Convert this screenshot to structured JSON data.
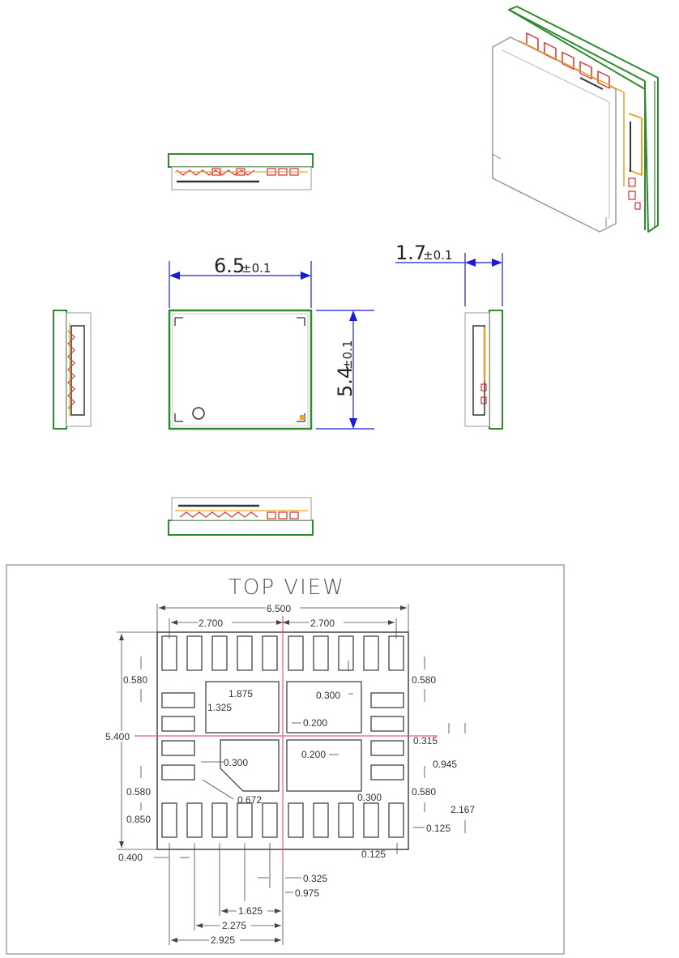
{
  "package_views": {
    "width_dim": {
      "value": "6.5",
      "tol": "±0.1"
    },
    "height_dim": {
      "value": "5.4",
      "tol": "±0.1"
    },
    "thickness_dim": {
      "value": "1.7",
      "tol": "±0.1"
    }
  },
  "footprint": {
    "title": "TOP VIEW",
    "labels": {
      "total_width": "6.500",
      "half_left": "2.700",
      "half_right": "2.700",
      "total_height": "5.400",
      "top_left_580": "0.580",
      "top_right_580": "0.580",
      "pad_1875": "1.875",
      "pad_1325": "1.325",
      "gap_300_top": "0.300",
      "gap_200_h": "0.200",
      "gap_200_v": "0.200",
      "r315": "0.315",
      "r945": "0.945",
      "left_300": "0.300",
      "chamfer_672": "0.672",
      "left_580": "0.580",
      "right_580": "0.580",
      "bottom_300": "0.300",
      "left_850": "0.850",
      "r2167": "2.167",
      "r125a": "0.125",
      "r125b": "0.125",
      "b400": "0.400",
      "b325": "0.325",
      "b975": "0.975",
      "b1625": "1.625",
      "b2275": "2.275",
      "b2925": "2.925"
    }
  },
  "colors": {
    "green": "#2e8b2e",
    "blue": "#1a1adb",
    "orange": "#f0a020",
    "red": "#d83030",
    "gray": "#9a9a9a",
    "centerline": "#e0607a"
  }
}
